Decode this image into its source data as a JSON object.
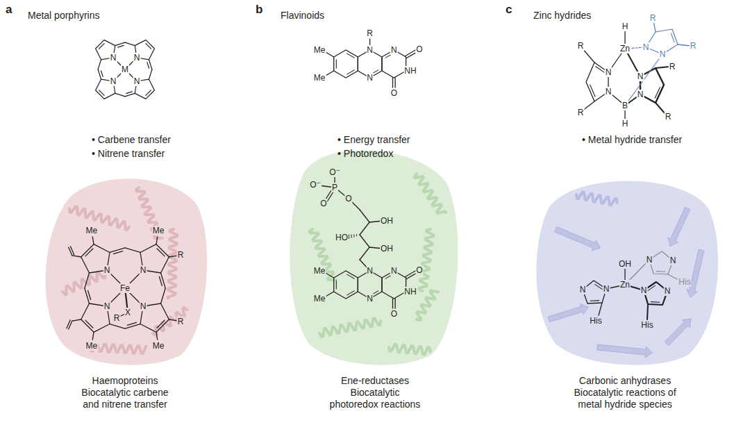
{
  "diagram": {
    "labels": [
      "a",
      "Metal porphyrins",
      "N",
      "N",
      "M",
      "N",
      "N",
      "• Carbene transfer",
      "• Nitrene transfer",
      "Me",
      "Me",
      "R",
      "N",
      "N",
      "Fe",
      "N",
      "N",
      "Me",
      "R",
      "Me",
      "R",
      "X",
      "Haemoproteins Biocatalytic carbene and nitrene transfer",
      "b",
      "Flavinoids",
      "R",
      "Me",
      "N",
      "N",
      "O",
      "Me",
      "N",
      "NH",
      "O",
      "• Energy transfer",
      "• Photoredox",
      "O⁻",
      "O⁻",
      "P",
      "O",
      "O",
      "OH",
      "HO",
      "OH",
      "N",
      "N",
      "O",
      "Me",
      "Me",
      "N",
      "NH",
      "O",
      "Ene-reductases Biocatalytic photoredox reactions",
      "c",
      "Zinc hydrides",
      "H",
      "R",
      "R",
      "Zn",
      "N",
      "N",
      "R",
      "N",
      "N",
      "R",
      "N",
      "N",
      "B",
      "R",
      "R",
      "H",
      "• Metal hydride transfer",
      "OH",
      "Zn",
      "N",
      "N",
      "N",
      "N",
      "N",
      "N",
      "His",
      "His",
      "His",
      "Carbonic anhydrases Biocatalytic reactions of metal hydride species"
    ]
  }
}
